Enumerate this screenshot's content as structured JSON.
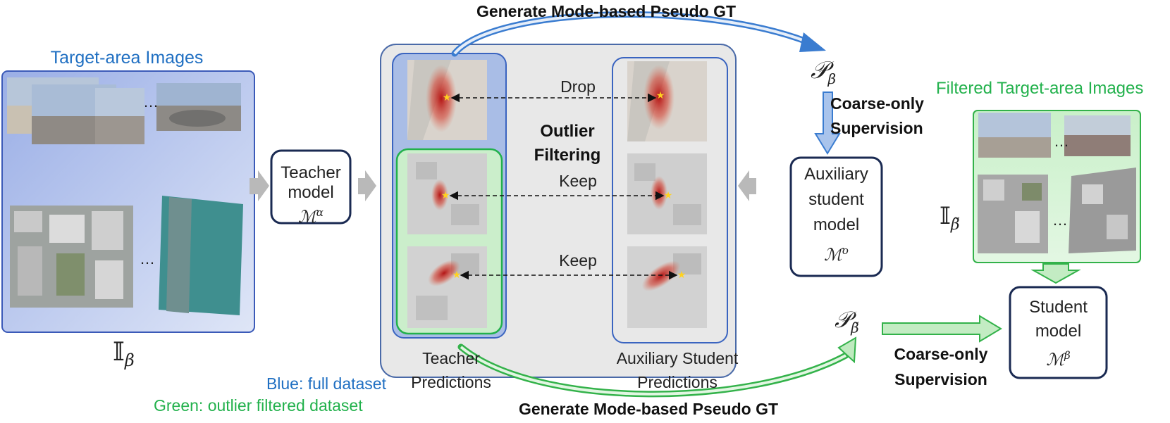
{
  "left": {
    "title": "Target-area Images",
    "ellipsis": "…",
    "symbol": "𝕀",
    "symbol_sub": "β"
  },
  "teacher": {
    "line1": "Teacher",
    "line2": "model",
    "symbol": "ℳ",
    "symbol_sup": "α"
  },
  "center": {
    "title_line1": "Outlier",
    "title_line2": "Filtering",
    "rows": [
      {
        "label": "Drop"
      },
      {
        "label": "Keep"
      },
      {
        "label": "Keep"
      }
    ],
    "teacher_caption_1": "Teacher",
    "teacher_caption_2": "Predictions",
    "aux_caption_1": "Auxiliary Student",
    "aux_caption_2": "Predictions"
  },
  "top_arrow_label": "Generate Mode-based Pseudo GT",
  "bottom_arrow_label": "Generate Mode-based Pseudo GT",
  "p_beta": {
    "symbol": "𝒫",
    "sub": "β"
  },
  "p_tilde": {
    "symbol": "𝒫",
    "sub": "β̃"
  },
  "supervision_top_1": "Coarse-only",
  "supervision_top_2": "Supervision",
  "supervision_bottom_1": "Coarse-only",
  "supervision_bottom_2": "Supervision",
  "aux_model": {
    "line1": "Auxiliary",
    "line2": "student",
    "line3": "model",
    "symbol": "ℳ",
    "symbol_sup": "o"
  },
  "filtered": {
    "title": "Filtered Target-area Images",
    "ellipsis": "…",
    "symbol": "𝕀",
    "symbol_sub": "β̃"
  },
  "student": {
    "line1": "Student",
    "line2": "model",
    "symbol": "ℳ",
    "symbol_sup": "β"
  },
  "legend": {
    "blue": "Blue: full dataset",
    "green": "Green: outlier filtered dataset"
  },
  "colors": {
    "blue": "#1f6fc2",
    "green": "#22b14c",
    "navy": "#1a2a52",
    "panel": "#e8e8e8"
  }
}
